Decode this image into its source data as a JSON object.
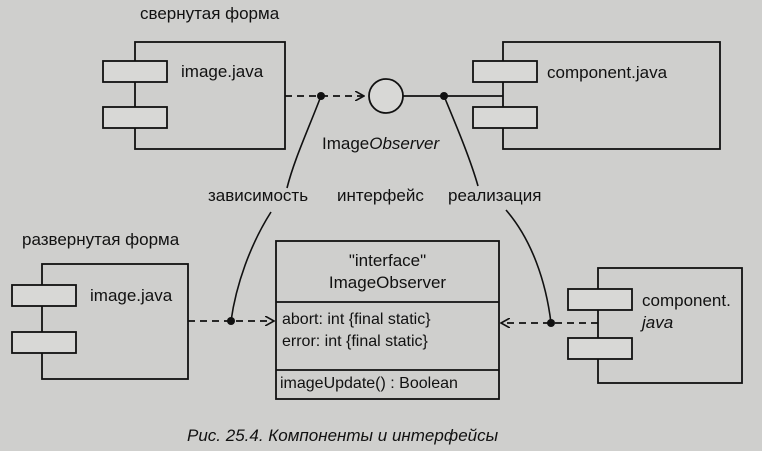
{
  "labels": {
    "collapsed_form": "свернутая форма",
    "expanded_form": "развернутая форма",
    "dependency": "зависимость",
    "interface": "интерфейс",
    "realization": "реализация",
    "interface_name_prefix": "Image",
    "interface_name_suffix": "Observer"
  },
  "components": {
    "top_left": "image.java",
    "top_right": "component.java",
    "bottom_left": "image.java",
    "bottom_right_line1": "component.",
    "bottom_right_line2": "java"
  },
  "interface_class": {
    "stereotype": "\"interface\"",
    "name": "ImageObserver",
    "attributes": [
      "abort: int {final static}",
      "error: int {final static}"
    ],
    "operations": [
      "imageUpdate() : Boolean"
    ]
  },
  "caption": "Рис. 25.4. Компоненты и интерфейсы"
}
